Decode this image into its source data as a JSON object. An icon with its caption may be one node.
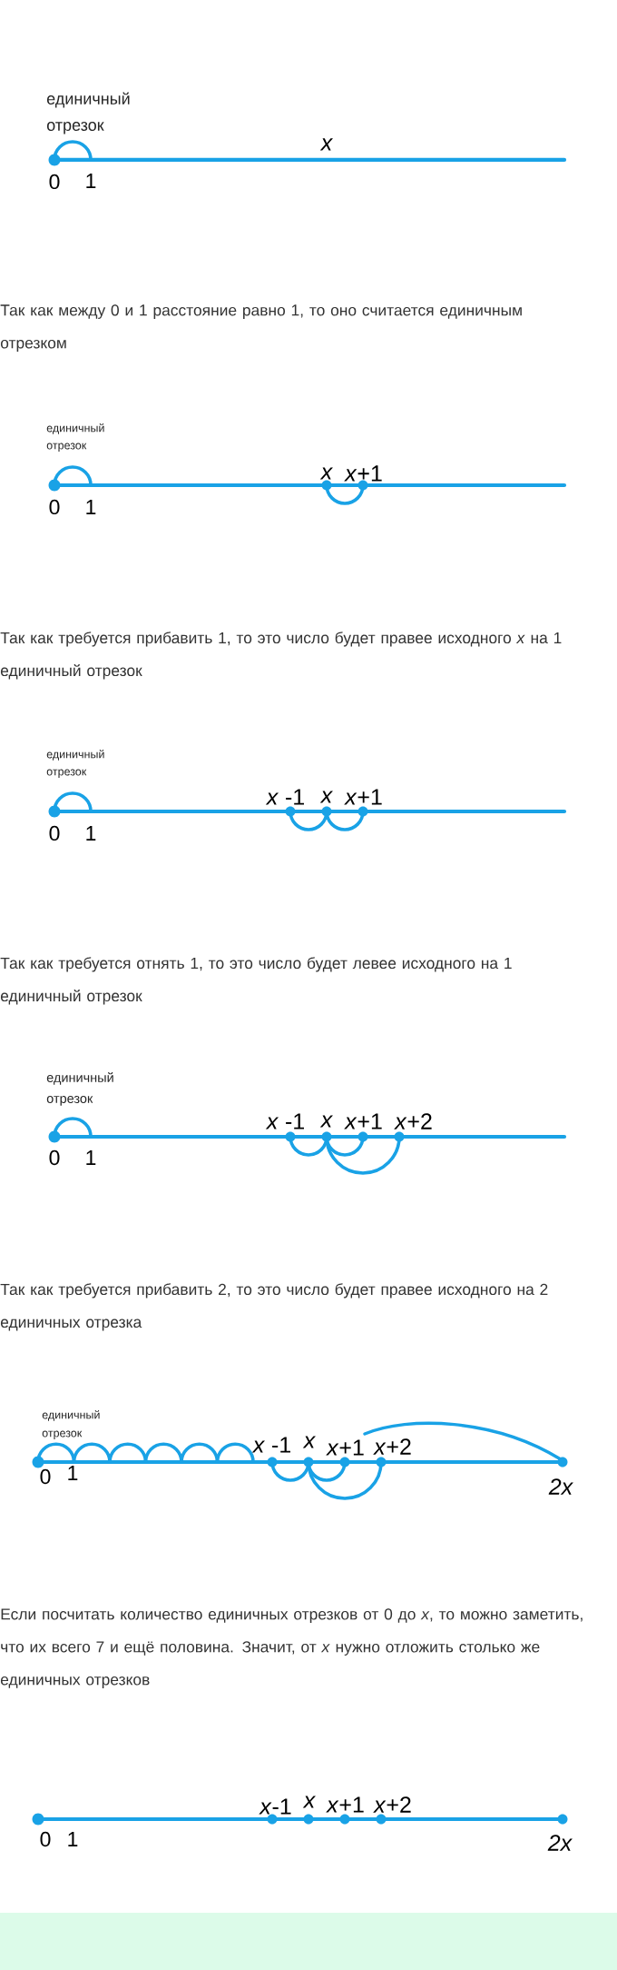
{
  "diagram": {
    "labels": [
      "единичный отрезок",
      "x",
      "0",
      "1",
      "Так как между 0 и 1 расстояние равно 1, то оно считается единичным отрезком",
      "единичный отрезок",
      "x",
      "*x*+1",
      "0",
      "1",
      "Так как требуется прибавить 1, то это число будет правее исходного *x* на 1 единичный отрезок",
      "единичный отрезок",
      "*x* -1",
      "x",
      "*x*+1",
      "0",
      "1",
      "Так как требуется отнять 1, то это число будет левее исходного на 1 единичный отрезок",
      "единичный отрезок",
      "*x* -1",
      "x",
      "*x*+1",
      "*x*+2",
      "0",
      "1",
      "Так как требуется прибавить 2, то это число будет правее исходного на 2 единичных отрезка",
      "единичный отрезок",
      "*x* -1",
      "x",
      "*x*+1",
      "*x*+2",
      "0",
      "1",
      "2x",
      "Если посчитать количество единичных отрезков от 0 до *x*, то можно заметить, что их всего 7 и ещё половина. Значит, от *x* нужно отложить столько же единичных отрезков",
      "*x*-1",
      "x",
      "*x*+1",
      "*x*+2",
      "0",
      "1",
      "2x"
    ]
  }
}
